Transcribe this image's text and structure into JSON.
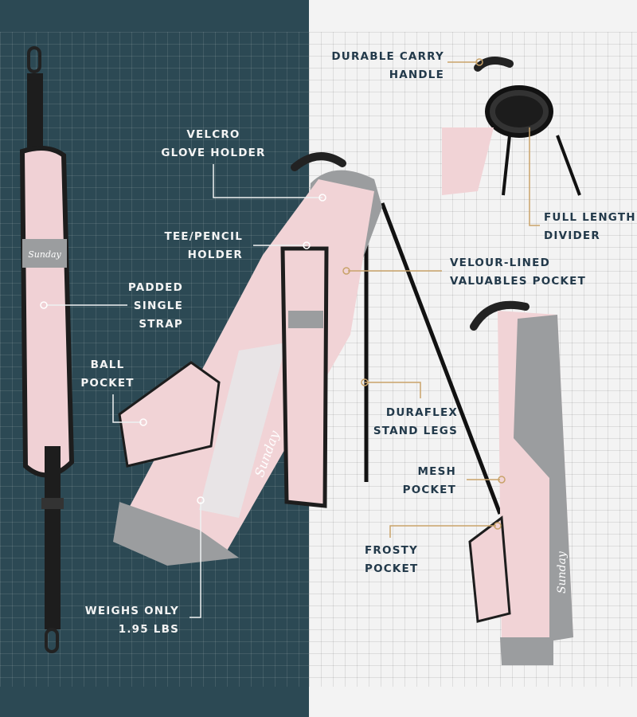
{
  "colors": {
    "dark_panel": "#2c4954",
    "light_panel": "#f3f3f3",
    "bag_pink": "#f1d3d6",
    "bag_gray": "#9b9d9f",
    "accent_line": "#c9a36a",
    "label_dark": "#22394a"
  },
  "brand": "Sunday",
  "labels": {
    "carry_handle": [
      "DURABLE CARRY",
      "HANDLE"
    ],
    "glove_holder": [
      "VELCRO",
      "GLOVE HOLDER"
    ],
    "tee_holder": [
      "TEE/PENCIL",
      "HOLDER"
    ],
    "strap": [
      "PADDED",
      "SINGLE",
      "STRAP"
    ],
    "ball_pocket": [
      "BALL",
      "POCKET"
    ],
    "weight": [
      "WEIGHS ONLY",
      "1.95 LBS"
    ],
    "divider": [
      "FULL LENGTH",
      "DIVIDER"
    ],
    "valuables": [
      "VELOUR-LINED",
      "VALUABLES POCKET"
    ],
    "legs": [
      "DURAFLEX",
      "STAND LEGS"
    ],
    "mesh": [
      "MESH",
      "POCKET"
    ],
    "frosty": [
      "FROSTY",
      "POCKET"
    ]
  }
}
